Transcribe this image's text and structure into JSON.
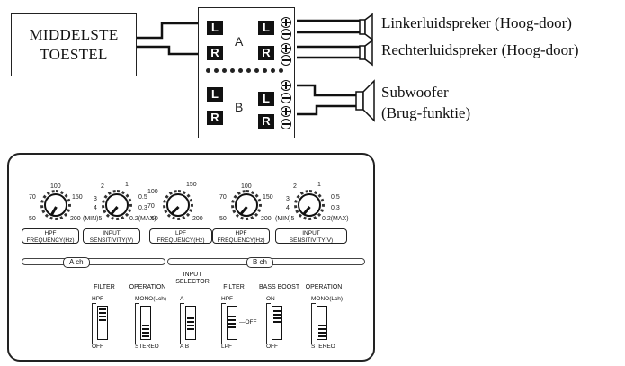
{
  "unit_label": "MIDDELSTE\nTOESTEL",
  "terminal": {
    "group_a_label": "A",
    "group_b_label": "B",
    "left_marker": "L",
    "right_marker": "R"
  },
  "speakers": {
    "left_tweeter": "Linkerluidspreker (Hoog-door)",
    "right_tweeter": "Rechterluidspreker (Hoog-door)",
    "subwoofer_line1": "Subwoofer",
    "subwoofer_line2": "(Brug-funktie)"
  },
  "panel": {
    "knobs": [
      {
        "label": "HPF\nFREQUENCY(Hz)",
        "ticks": [
          "100",
          "70",
          "150",
          "50",
          "200"
        ],
        "pointer_deg": -150
      },
      {
        "label": "INPUT\nSENSITIVITY(V)",
        "ticks": [
          "1",
          "2",
          "0.5",
          "3",
          "0.3",
          "4",
          "(MIN)5",
          "0.2(MAX)"
        ],
        "pointer_deg": -140
      },
      {
        "label": "LPF\nFREQUENCY(Hz)",
        "ticks": [
          "150",
          "100",
          "70",
          "50",
          "200"
        ],
        "pointer_deg": -135
      },
      {
        "label": "HPF\nFREQUENCY(Hz)",
        "ticks": [
          "100",
          "70",
          "150",
          "50",
          "200"
        ],
        "pointer_deg": -140
      },
      {
        "label": "INPUT\nSENSITIVITY(V)",
        "ticks": [
          "1",
          "2",
          "0.5",
          "3",
          "0.3",
          "4",
          "(MIN)5",
          "0.2(MAX)"
        ],
        "pointer_deg": -140
      }
    ],
    "channel_a": "A ch",
    "channel_b": "B ch",
    "switches": [
      {
        "title": "FILTER",
        "top": "HPF",
        "bottom": "OFF",
        "mid": ""
      },
      {
        "title": "OPERATION",
        "top": "MONO(Lch)",
        "bottom": "STEREO",
        "mid": ""
      },
      {
        "title": "INPUT\nSELECTOR",
        "top": "A",
        "bottom": "A B",
        "mid": ""
      },
      {
        "title": "FILTER",
        "top": "HPF",
        "bottom": "LPF",
        "mid": "OFF"
      },
      {
        "title": "BASS BOOST",
        "top": "ON",
        "bottom": "OFF",
        "mid": ""
      },
      {
        "title": "OPERATION",
        "top": "MONO(Lch)",
        "bottom": "STEREO",
        "mid": ""
      }
    ]
  }
}
